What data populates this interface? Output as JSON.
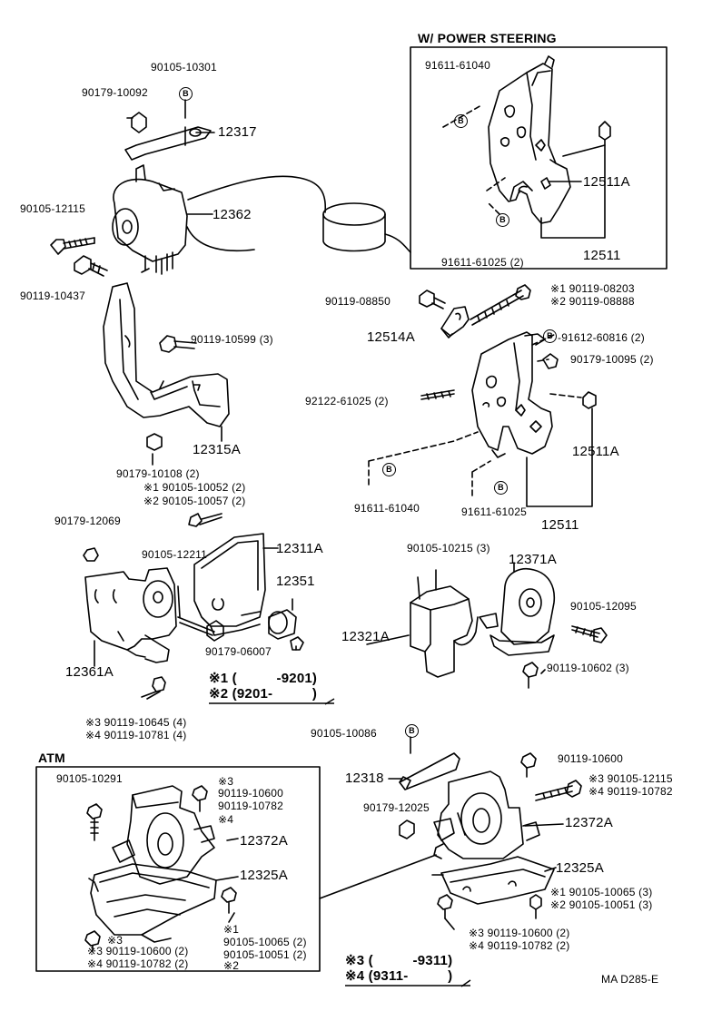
{
  "section_titles": {
    "power_steering": "W/ POWER STEERING",
    "atm": "ATM"
  },
  "badge_letter": "B",
  "diagram_code": "MA D285-E",
  "labels": {
    "p90105_10301": "90105-10301",
    "p90179_10092": "90179-10092",
    "p12317": "12317",
    "p12362": "12362",
    "p90105_12115": "90105-12115",
    "p90119_10437": "90119-10437",
    "p90119_10599": "90119-10599 (3)",
    "p12315A": "12315A",
    "p90179_10108": "90179-10108 (2)",
    "p90105_10052": "※1 90105-10052 (2)",
    "p90105_10057": "※2 90105-10057 (2)",
    "p90179_12069": "90179-12069",
    "p90105_12211": "90105-12211",
    "p12311A": "12311A",
    "p12351": "12351",
    "p90179_06007": "90179-06007",
    "p12361A": "12361A",
    "note1_a": "※1 (          -9201)",
    "note1_b": "※2 (9201-          )",
    "p90119_10645": "※3 90119-10645 (4)",
    "p90119_10781": "※4 90119-10781 (4)",
    "ps_91611_61040": "91611-61040",
    "ps_12511A": "12511A",
    "ps_91611_61025": "91611-61025 (2)",
    "ps_12511": "12511",
    "p90119_08850": "90119-08850",
    "p90119_08203": "※1 90119-08203",
    "p90119_08888": "※2 90119-08888",
    "p12514A": "12514A",
    "p91612_60816": "-91612-60816 (2)",
    "p90179_10095": "90179-10095 (2)",
    "p92122_61025": "92122-61025 (2)",
    "r_12511A": "12511A",
    "r_91611_61040": "91611-61040",
    "r_91611_61025": "91611-61025",
    "r_12511": "12511",
    "p90105_10215": "90105-10215 (3)",
    "p12371A": "12371A",
    "p90105_12095": "90105-12095",
    "p12321A": "12321A",
    "p90119_10602": "90119-10602 (3)",
    "p90105_10086": "90105-10086",
    "p90119_10600_top": "90119-10600",
    "p12318": "12318",
    "p90105_12115_r3": "※3 90105-12115",
    "p90119_10782_r4": "※4 90119-10782",
    "p90179_12025": "90179-12025",
    "p12372A_r": "12372A",
    "p12325A_r": "12325A",
    "p90105_10065_r1": "※1 90105-10065 (3)",
    "p90105_10051_r2": "※2 90105-10051 (3)",
    "p90119_10600_r3": "※3 90119-10600 (2)",
    "p90119_10782_r4b": "※4 90119-10782 (2)",
    "note2_a": "※3 (          -9311)",
    "note2_b": "※4 (9311-          )",
    "atm_90105_10291": "90105-10291",
    "atm_star3": "※3",
    "atm_90119_10600": "90119-10600",
    "atm_90119_10782": "90119-10782",
    "atm_star4": "※4",
    "atm_12372A": "12372A",
    "atm_12325A": "12325A",
    "atm_star1": "※1",
    "atm_90105_10065": "90105-10065 (2)",
    "atm_90105_10051": "90105-10051 (2)",
    "atm_star2": "※2",
    "atm_bl_star3": "※3",
    "atm_bl_90119_10600": "※3 90119-10600 (2)",
    "atm_bl_90119_10782": "※4 90119-10782 (2)"
  }
}
